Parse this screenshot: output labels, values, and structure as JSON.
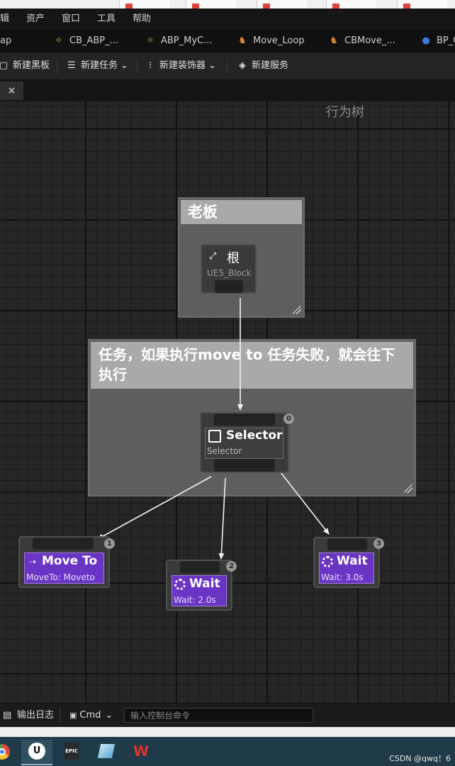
{
  "menu": {
    "items": [
      "辑",
      "资产",
      "窗口",
      "工具",
      "帮助"
    ]
  },
  "asset_tabs": [
    {
      "label": "ap",
      "icon": "map-icon"
    },
    {
      "label": "CB_ABP_...",
      "icon": "animation-blueprint-icon"
    },
    {
      "label": "ABP_MyC...",
      "icon": "animation-blueprint-icon"
    },
    {
      "label": "Move_Loop",
      "icon": "animation-icon"
    },
    {
      "label": "CBMove_...",
      "icon": "animation-icon"
    },
    {
      "label": "BP_C",
      "icon": "character-blueprint-icon"
    }
  ],
  "toolbar": {
    "new_blackboard": "新建黑板",
    "new_task": "新建任务",
    "new_decorator": "新建装饰器",
    "new_service": "新建服务"
  },
  "tab": {
    "close_glyph": "×"
  },
  "graph": {
    "title": "行为树",
    "comment_boss": "老板",
    "comment_task": "任务，如果执行move to 任务失败，就会往下执行",
    "root": {
      "title": "根",
      "subtitle": "UE5_Block"
    },
    "selector": {
      "title": "Selector",
      "subtitle": "Selector",
      "index": "0"
    },
    "tasks": [
      {
        "title": "Move To",
        "subtitle": "MoveTo: Moveto",
        "index": "1"
      },
      {
        "title": "Wait",
        "subtitle": "Wait: 2.0s",
        "index": "2"
      },
      {
        "title": "Wait",
        "subtitle": "Wait: 3.0s",
        "index": "3"
      }
    ]
  },
  "bottom": {
    "output_log": "输出日志",
    "cmd": "Cmd",
    "console_placeholder": "输入控制台命令"
  },
  "taskbar": {
    "watermark": "CSDN @qwq！6"
  },
  "colors": {
    "task_purple": "#6a34c4",
    "comment_header": "#a9a9a9",
    "graph_bg": "#262626"
  }
}
